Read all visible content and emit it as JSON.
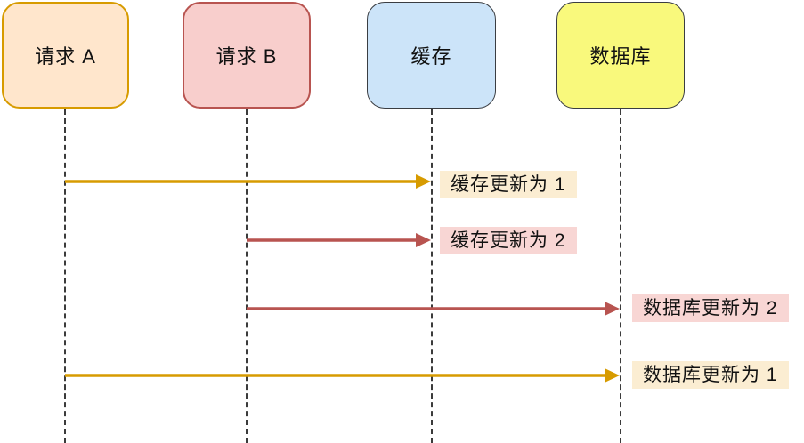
{
  "diagram": {
    "type": "sequence-diagram",
    "topic": "cache-vs-database-update-ordering",
    "actors": [
      {
        "id": "request-a",
        "label": "请求 A",
        "fill": "#FFE6CC",
        "stroke": "#D79B00"
      },
      {
        "id": "request-b",
        "label": "请求 B",
        "fill": "#F8CECC",
        "stroke": "#B85450"
      },
      {
        "id": "cache",
        "label": "缓存",
        "fill": "#CCE4F9",
        "stroke": "#3A3D42"
      },
      {
        "id": "database",
        "label": "数据库",
        "fill": "#F9F97C",
        "stroke": "#3A3D42"
      }
    ],
    "messages": [
      {
        "from": "request-a",
        "to": "cache",
        "label": "缓存更新为 1",
        "arrow_color": "#D79B00",
        "label_bg": "#FBEDD2"
      },
      {
        "from": "request-b",
        "to": "cache",
        "label": "缓存更新为 2",
        "arrow_color": "#B85450",
        "label_bg": "#F8D6D4"
      },
      {
        "from": "request-b",
        "to": "database",
        "label": "数据库更新为 2",
        "arrow_color": "#B85450",
        "label_bg": "#F8D6D4"
      },
      {
        "from": "request-a",
        "to": "database",
        "label": "数据库更新为 1",
        "arrow_color": "#D79B00",
        "label_bg": "#FBEDD2"
      }
    ],
    "colors": {
      "orange_accent": "#D79B00",
      "red_accent": "#B85450",
      "lifeline": "#3B3B3B",
      "text": "#111111",
      "background": "#FFFFFF"
    }
  }
}
